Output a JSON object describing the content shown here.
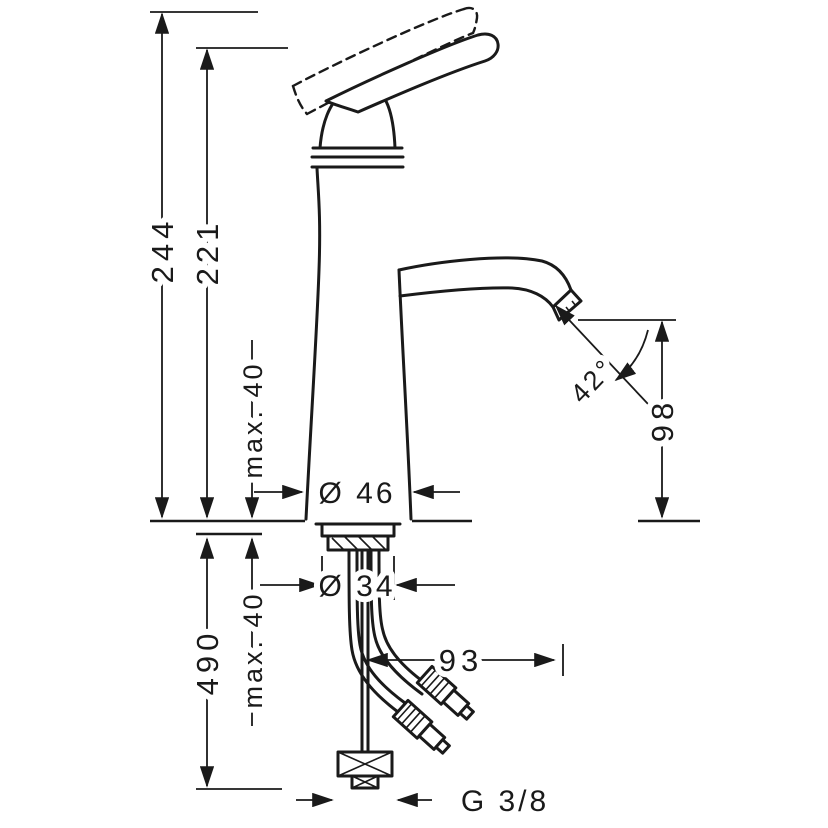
{
  "drawing": {
    "type": "technical-dimension-drawing",
    "subject": "single-hole basin mixer faucet with pop-up supply hoses",
    "line_color": "#1a1a1a",
    "background_color": "#ffffff",
    "dimensions": {
      "overall_height": "244",
      "handle_height": "221",
      "max_mounting_thickness_upper": "max. 40",
      "base_diameter": "Ø 46",
      "spout_angle": "42°",
      "spout_outlet_height": "98",
      "mounting_hole_diameter": "Ø 34",
      "max_mounting_thickness_lower": "max. 40",
      "hose_length": "490",
      "spout_reach": "93",
      "connection_thread": "G 3/8"
    }
  }
}
